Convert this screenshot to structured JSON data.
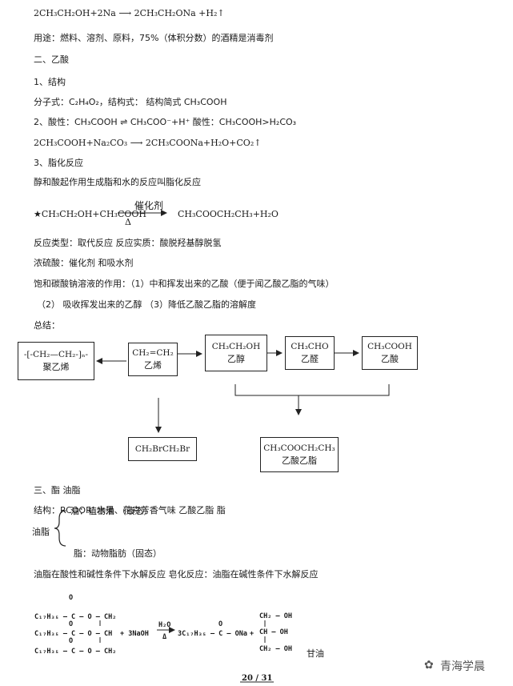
{
  "lines": {
    "eq_na": "2CH₃CH₂OH+2Na ⟶ 2CH₃CH₂ONa +H₂↑",
    "use": "用途：燃料、溶剂、原料，75%（体积分数）的酒精是消毒剂",
    "sec2": "二、乙酸",
    "s1": "1、结构",
    "formula": "分子式：C₂H₄O₂，结构式：          结构简式 CH₃COOH",
    "acid": "2、酸性：CH₃COOH ⇌ CH₃COO⁻+H⁺       酸性：CH₃COOH>H₂CO₃",
    "eq_carb": "2CH₃COOH+Na₂CO₃ ⟶ 2CH₃COONa+H₂O+CO₂↑",
    "s3": "3、脂化反应",
    "esterdef": "醇和酸起作用生成脂和水的反应叫脂化反应",
    "ester_left": "★CH₃CH₂OH+CH₃COOH",
    "catalyst": "催化剂",
    "delta": "Δ",
    "ester_right": "CH₃COOCH₂CH₃+H₂O",
    "rtype": "反应类型：取代反应        反应实质：酸脱羟基醇脱氢",
    "h2so4": "浓硫酸：催化剂 和吸水剂",
    "na2co3": "饱和碳酸钠溶液的作用：（1）中和挥发出来的乙酸（便于闻乙酸乙脂的气味）",
    "na2co3b": "（2）  吸收挥发出来的乙醇     （3）降低乙酸乙脂的溶解度",
    "summary": "总结：",
    "sec3": "三、酯   油脂",
    "struct": "结构：RCOOR′  水果、花卉芳香气味      乙酸乙脂    脂",
    "oil": "油：植物油  （液态）",
    "youzhi": "油脂",
    "fat": "脂：动物脂肪（固态）",
    "hydro": "油脂在酸性和碱性条件下水解反应        皂化反应：油脂在碱性条件下水解反应",
    "glycerol": "甘油",
    "page": "20 / 31",
    "watermark": "青海学晨"
  },
  "boxes": {
    "poly_f": "-[-CH₂—CH₂-]ₙ-",
    "poly_n": "聚乙烯",
    "ethene_f": "CH₂=CH₂",
    "ethene_n": "乙烯",
    "ethanol_f": "CH₃CH₂OH",
    "ethanol_n": "乙醇",
    "acetald_f": "CH₃CHO",
    "acetald_n": "乙醛",
    "acetic_f": "CH₃COOH",
    "acetic_n": "乙酸",
    "dibromo_f": "CH₂BrCH₂Br",
    "ester_f": "CH₃COOCH₂CH₃",
    "ester_n": "乙酸乙脂"
  },
  "saponification": {
    "r1": "C₁₇H₃₅ – C – O – CH₂",
    "r2": "C₁₇H₃₅ – C – O – CH",
    "r3": "C₁₇H₃₅ – C – O – CH₂",
    "o": "O",
    "plus_naoh": "+ 3NaOH",
    "h2o": "H₂O",
    "delta": "Δ",
    "soap": "3C₁₇H₃₅ – C – ONa",
    "plus": "+",
    "g1": "CH₂ – OH",
    "g2": "CH – OH",
    "g3": "CH₂ – OH"
  }
}
